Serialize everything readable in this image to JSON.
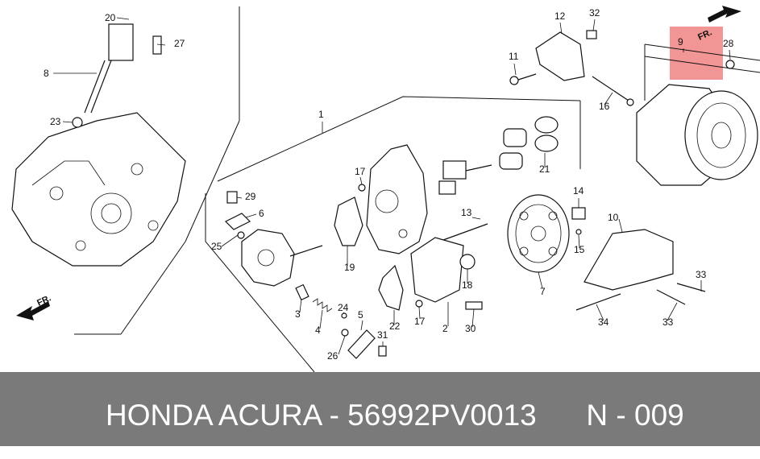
{
  "diagram": {
    "callouts": [
      "20",
      "27",
      "8",
      "23",
      "12",
      "32",
      "11",
      "16",
      "9",
      "28",
      "1",
      "17",
      "29",
      "6",
      "25",
      "19",
      "13",
      "21",
      "14",
      "15",
      "10",
      "7",
      "24",
      "3",
      "4",
      "5",
      "26",
      "22",
      "31",
      "17",
      "2",
      "18",
      "30",
      "33",
      "34",
      "33"
    ],
    "front_marker_text": "FR.",
    "highlight_color": "#f08a8a"
  },
  "caption": {
    "text": "HONDA ACURA - 56992PV0013      N - 009"
  }
}
